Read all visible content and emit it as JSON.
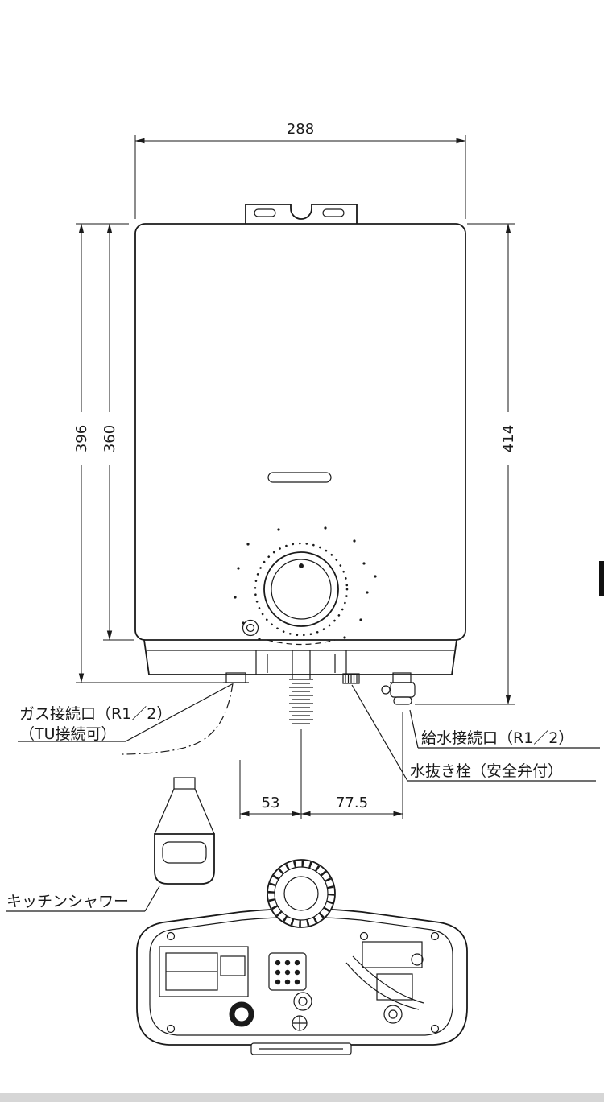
{
  "diagram": {
    "dimensions": {
      "width_top": "288",
      "height_left_outer": "396",
      "height_left_inner": "360",
      "height_right": "414",
      "bottom_gas_to_center": "53",
      "bottom_center_to_water": "77.5"
    },
    "labels": {
      "gas_port_line1": "ガス接続口（R1／2）",
      "gas_port_line2": "（TU接続可）",
      "water_supply_port": "給水接続口（R1／2）",
      "drain_plug": "水抜き栓（安全弁付）",
      "kitchen_shower": "キッチンシャワー"
    },
    "colors": {
      "line": "#1a1a1a",
      "background": "#ffffff"
    }
  }
}
